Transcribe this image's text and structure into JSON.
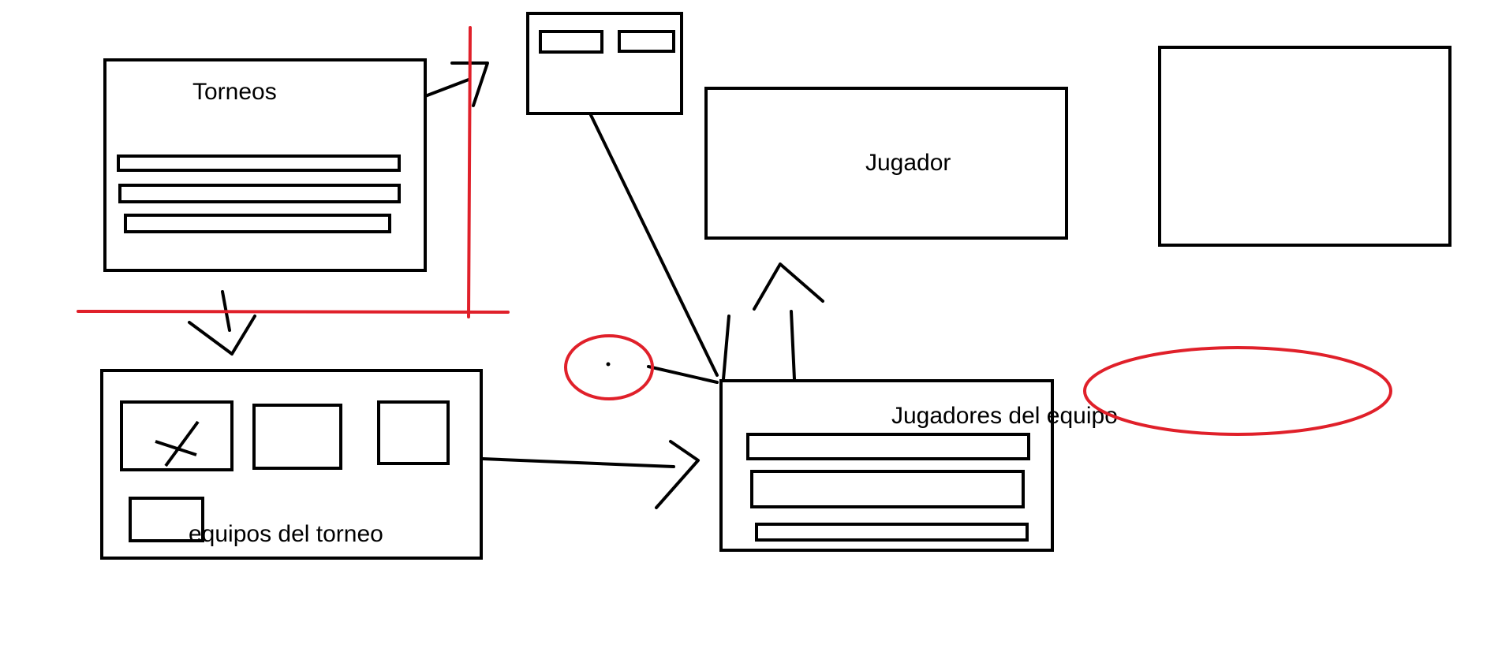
{
  "labels": {
    "torneos": "Torneos",
    "equipos": "equipos del torneo",
    "jugadores": "Jugadores del equipo",
    "jugador": "Jugador"
  },
  "colors": {
    "stroke": "#000000",
    "annotation": "#e0202a",
    "background": "#ffffff"
  }
}
